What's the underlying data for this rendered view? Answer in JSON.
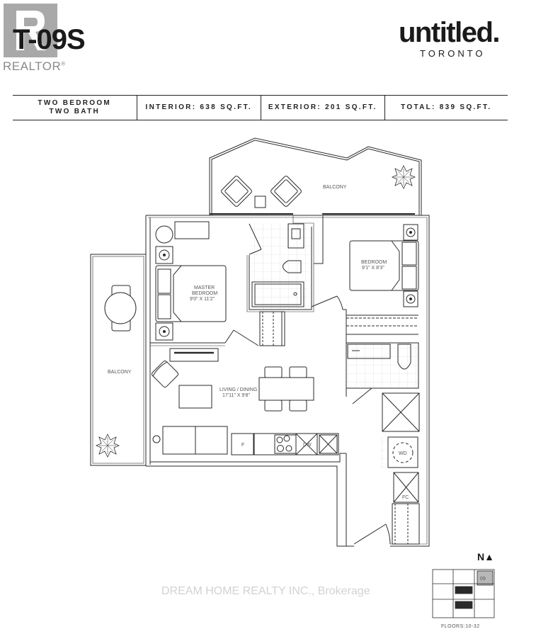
{
  "header": {
    "unit_code": "T-09S",
    "watermark_logo": "REALTOR",
    "watermark_logo_mark": "®",
    "brand_name": "untitled.",
    "brand_city": "TORONTO"
  },
  "info_bar": {
    "unit_type_line1": "TWO BEDROOM",
    "unit_type_line2": "TWO BATH",
    "interior": "INTERIOR: 638 SQ.FT.",
    "exterior": "EXTERIOR: 201 SQ.FT.",
    "total": "TOTAL: 839 SQ.FT."
  },
  "floor_plan": {
    "rooms": [
      {
        "name": "BALCONY",
        "dimensions": ""
      },
      {
        "name": "BALCONY",
        "dimensions": ""
      },
      {
        "name": "MASTER BEDROOM",
        "line1": "MASTER",
        "line2": "BEDROOM",
        "dimensions": "9'0\" X 11'2\""
      },
      {
        "name": "BEDROOM",
        "dimensions": "9'1\" X 8'3\""
      },
      {
        "name": "LIVING / DINING",
        "dimensions": "17'11\" X 9'8\""
      }
    ],
    "fixtures": {
      "fridge": "F",
      "dishwasher": "DW",
      "washer_dryer": "WD",
      "furnace_closet": "FC"
    }
  },
  "key_plan": {
    "north_label": "N▲",
    "unit_highlight": "09",
    "floors": "FLOORS:10-32"
  },
  "watermark": {
    "brokerage": "DREAM HOME REALTY INC., Brokerage"
  }
}
